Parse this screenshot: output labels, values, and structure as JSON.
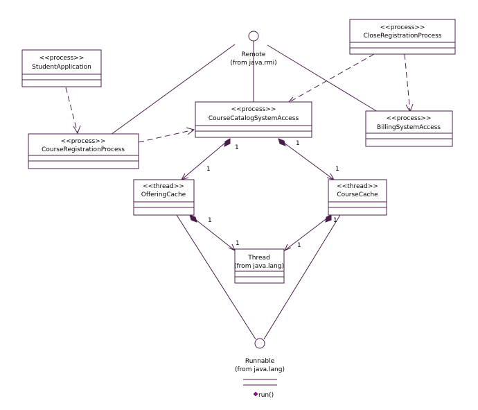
{
  "classes": {
    "student_application": {
      "stereotype": "<<process>>",
      "name": "StudentApplication"
    },
    "course_registration_process": {
      "stereotype": "<<process>>",
      "name": "CourseRegistrationProcess"
    },
    "course_catalog_system_access": {
      "stereotype": "<<process>>",
      "name": "CourseCatalogSystemAccess"
    },
    "close_registration_process": {
      "stereotype": "<<process>>",
      "name": "CloseRegistrationProcess"
    },
    "billing_system_access": {
      "stereotype": "<<process>>",
      "name": "BillingSystemAccess"
    },
    "offering_cache": {
      "stereotype": "<<thread>>",
      "name": "OfferingCache"
    },
    "course_cache": {
      "stereotype": "<<thread>>",
      "name": "CourseCache"
    },
    "thread": {
      "name": "Thread",
      "package": "(from java.lang)"
    }
  },
  "interfaces": {
    "remote": {
      "name": "Remote",
      "package": "(from java.rmi)"
    },
    "runnable": {
      "name": "Runnable",
      "package": "(from java.lang)",
      "operation": "run()"
    }
  },
  "multiplicities": {
    "catalog_offering_source": "1",
    "catalog_offering_target": "1",
    "catalog_course_source": "1",
    "catalog_course_target": "1",
    "offering_thread_source": "1",
    "offering_thread_target": "1",
    "course_thread_source": "1",
    "course_thread_target": "1"
  },
  "colors": {
    "line": "#4a1d4a",
    "operation_icon": "#a000a0"
  }
}
